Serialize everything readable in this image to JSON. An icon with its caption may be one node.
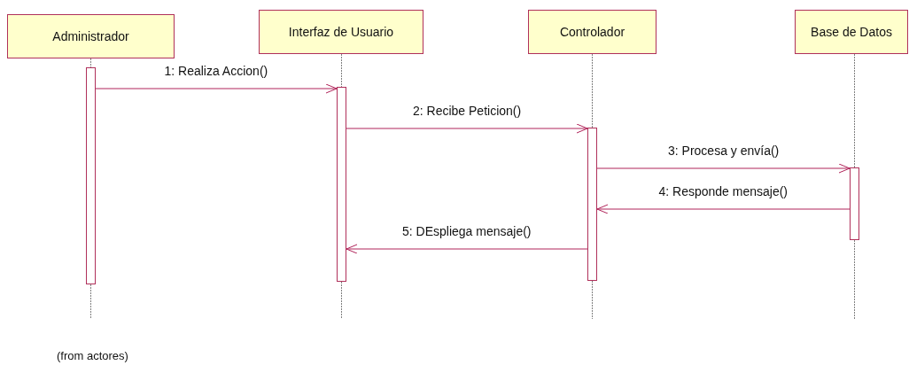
{
  "diagram": {
    "nodes": [
      {
        "text": [
          "Administrador"
        ]
      },
      {
        "text": [
          "Interfaz de Usuario"
        ]
      },
      {
        "text": [
          "Controlador"
        ]
      },
      {
        "text": [
          "Base de Datos"
        ]
      },
      {
        "text": [],
        "shape": "bar"
      },
      {
        "text": [],
        "shape": "bar"
      },
      {
        "text": [],
        "shape": "bar"
      },
      {
        "text": [],
        "shape": "bar"
      }
    ],
    "edges": [
      {
        "from": 0,
        "to": 4,
        "arrow": "none",
        "style": "dashed",
        "color": "#808080"
      },
      {
        "from": 1,
        "to": 5,
        "arrow": "none",
        "style": "dashed",
        "color": "#808080"
      },
      {
        "from": 2,
        "to": 6,
        "arrow": "none",
        "style": "dashed",
        "color": "#808080"
      },
      {
        "from": 3,
        "to": 7,
        "arrow": "none",
        "style": "dashed",
        "color": "#808080"
      },
      {
        "from": 4,
        "to": 5,
        "arrow": "to",
        "label": "1: Realiza Accion()"
      },
      {
        "from": 5,
        "to": 6,
        "arrow": "to",
        "label": "2: Recibe Peticion()"
      },
      {
        "from": 6,
        "to": 7,
        "arrow": "to",
        "label": "3: Procesa y envía()"
      },
      {
        "from": 7,
        "to": 6,
        "arrow": "to",
        "label": "4: Responde mensaje()"
      },
      {
        "from": 6,
        "to": 5,
        "arrow": "to",
        "label": "5: DEspliega mensaje()"
      }
    ],
    "labels": [
      "(from actores)"
    ]
  }
}
